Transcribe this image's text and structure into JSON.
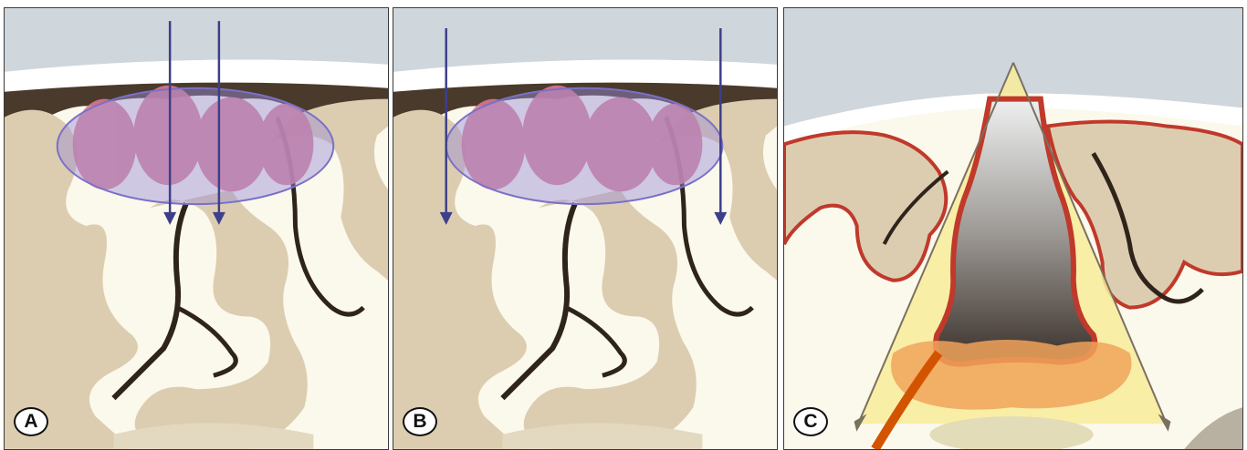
{
  "panels": [
    {
      "label": "A"
    },
    {
      "label": "B"
    },
    {
      "label": "C"
    }
  ],
  "colors": {
    "sky": "#cfd6dc",
    "skull": "#ffffff",
    "dura_shadow": "#4a3a2c",
    "gray_matter": "#dccdb0",
    "white_matter": "#fbf8ec",
    "sulcus": "#2e241b",
    "tumor": "#d9788f",
    "coverage_ellipse": "#9a8fd8",
    "arrow": "#3e3f8a",
    "vessel": "#c0392b",
    "hematoma": "#f1a35a",
    "cone_fill": "#f7ec9a",
    "cone_line": "#7a7060"
  },
  "icons": [
    "arrow-down-icon",
    "cone-approach-icon"
  ]
}
